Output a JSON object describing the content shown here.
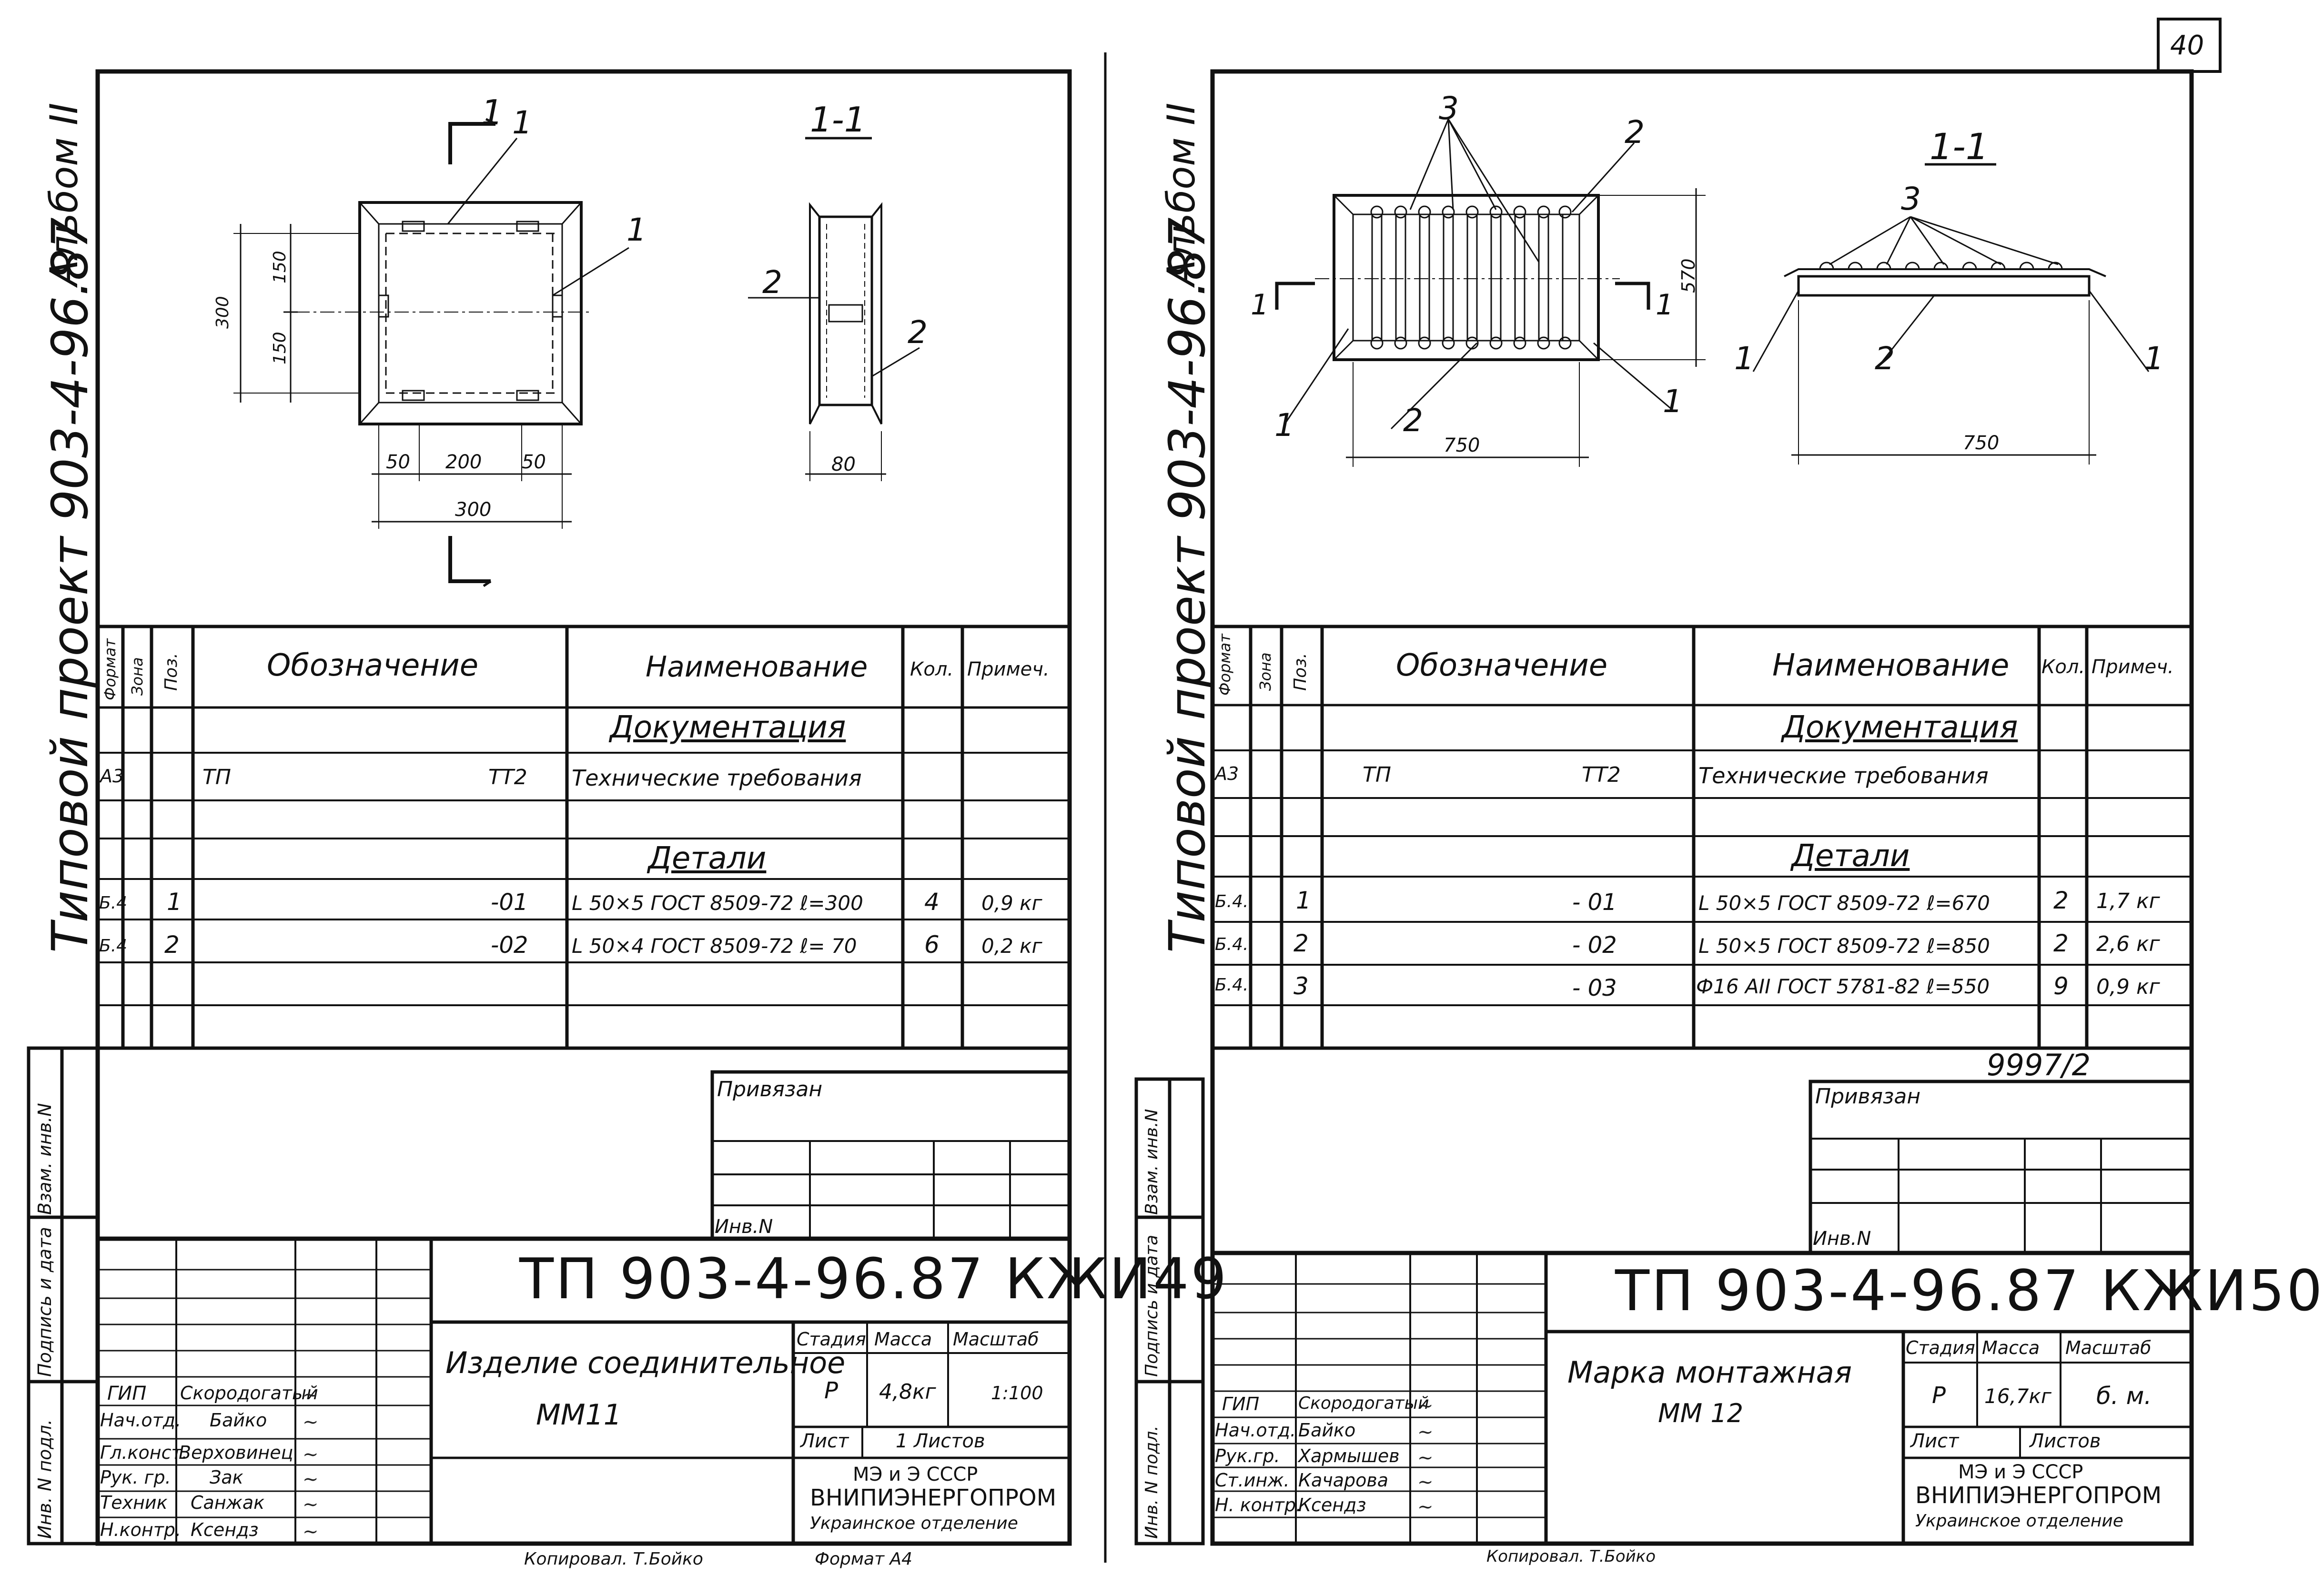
{
  "page_number": "40",
  "left": {
    "album": "Альбом II",
    "project": "Типовой проект 903-4-96.87",
    "section_label": "1-1",
    "section_mark": "1",
    "pos_labels": {
      "p1": "1",
      "p2": "1",
      "s2a": "2",
      "s2b": "2"
    },
    "dims": {
      "d300v": "300",
      "d150a": "150",
      "d150b": "150",
      "d50a": "50",
      "d200": "200",
      "d50b": "50",
      "d300h": "300",
      "d80": "80"
    },
    "spec": {
      "headers": {
        "format": "Формат",
        "zone": "Зона",
        "pos": "Поз.",
        "designation": "Обозначение",
        "name": "Наименование",
        "qty": "Кол.",
        "note": "Примеч."
      },
      "section_doc": "Документация",
      "doc_row": {
        "format": "А3",
        "designation_left": "ТП",
        "designation_right": "ТТ2",
        "name": "Технические требования"
      },
      "section_details": "Детали",
      "rows": [
        {
          "format": "Б.4",
          "pos": "1",
          "designation": "-01",
          "name": "L 50×5 ГОСТ 8509-72 ℓ=300",
          "qty": "4",
          "note": "0,9 кг"
        },
        {
          "format": "Б.4",
          "pos": "2",
          "designation": "-02",
          "name": "L 50×4 ГОСТ 8509-72 ℓ= 70",
          "qty": "6",
          "note": "0,2 кг"
        }
      ]
    },
    "side_stamp": {
      "a": "Взам. инв.N",
      "b": "Подпись и дата",
      "c": "Инв. N подл."
    },
    "bound": "Привязан",
    "inv": "Инв.N",
    "code": "ТП 903-4-96.87 КЖИ49",
    "title_line1": "Изделие соединительное",
    "title_line2": "ММ11",
    "stage_label": "Стадия",
    "mass_label": "Масса",
    "scale_label": "Масштаб",
    "stage": "Р",
    "mass": "4,8кг",
    "scale": "1:100",
    "sheet_label": "Лист",
    "sheets_label": "1 Листов",
    "org1": "МЭ и Э СССР",
    "org2": "ВНИПИЭНЕРГОПРОМ",
    "org3": "Украинское отделение",
    "roles": [
      "ГИП",
      "Нач.отд.",
      "Гл.конст.",
      "Рук. гр.",
      "Техник",
      "Н.контр."
    ],
    "names": [
      "Скородогатый",
      "Байко",
      "Верховинец",
      "Зак",
      "Санжак",
      "Ксендз"
    ],
    "bottom_note": "Копировал. Т.Бойко",
    "format_note": "Формат А4"
  },
  "right": {
    "album": "Альбом II",
    "project": "Типовой проект 903-4-96.87",
    "section_label": "1-1",
    "pos_labels": {
      "p3a": "3",
      "p2a": "2",
      "p3b": "3",
      "p1a": "1",
      "p2b": "2",
      "p1b": "1",
      "p1c": "1",
      "p2c": "2",
      "p1d": "1"
    },
    "section_mark": "1",
    "dims": {
      "d570": "570",
      "d750a": "750",
      "d750b": "750"
    },
    "spec": {
      "headers": {
        "format": "Формат",
        "zone": "Зона",
        "pos": "Поз.",
        "designation": "Обозначение",
        "name": "Наименование",
        "qty": "Кол.",
        "note": "Примеч."
      },
      "section_doc": "Документация",
      "doc_row": {
        "format": "А3",
        "designation_left": "ТП",
        "designation_right": "ТТ2",
        "name": "Технические требования"
      },
      "section_details": "Детали",
      "rows": [
        {
          "format": "Б.4.",
          "pos": "1",
          "designation": "- 01",
          "name": "L 50×5 ГОСТ 8509-72 ℓ=670",
          "qty": "2",
          "note": "1,7 кг"
        },
        {
          "format": "Б.4.",
          "pos": "2",
          "designation": "- 02",
          "name": "L 50×5 ГОСТ 8509-72 ℓ=850",
          "qty": "2",
          "note": "2,6 кг"
        },
        {
          "format": "Б.4.",
          "pos": "3",
          "designation": "- 03",
          "name": "Ф16 АII ГОСТ 5781-82 ℓ=550",
          "qty": "9",
          "note": "0,9 кг"
        }
      ]
    },
    "handwritten": "9997/2",
    "side_stamp": {
      "a": "Взам. инв.N",
      "b": "Подпись и дата",
      "c": "Инв. N подл."
    },
    "bound": "Привязан",
    "inv": "Инв.N",
    "code": "ТП 903-4-96.87 КЖИ50",
    "title_line1": "Марка монтажная",
    "title_line2": "ММ 12",
    "stage_label": "Стадия",
    "mass_label": "Масса",
    "scale_label": "Масштаб",
    "stage": "Р",
    "mass": "16,7кг",
    "scale": "б. м.",
    "sheet_label": "Лист",
    "sheets_label": "Листов",
    "org1": "МЭ и Э СССР",
    "org2": "ВНИПИЭНЕРГОПРОМ",
    "org3": "Украинское отделение",
    "roles": [
      "ГИП",
      "Нач.отд.",
      "Рук.гр.",
      "Ст.инж.",
      "Н. контр."
    ],
    "names": [
      "Скородогатый",
      "Байко",
      "Хармышев",
      "Качарова",
      "Ксендз"
    ],
    "bottom_note": "Копировал. Т.Бойко"
  }
}
